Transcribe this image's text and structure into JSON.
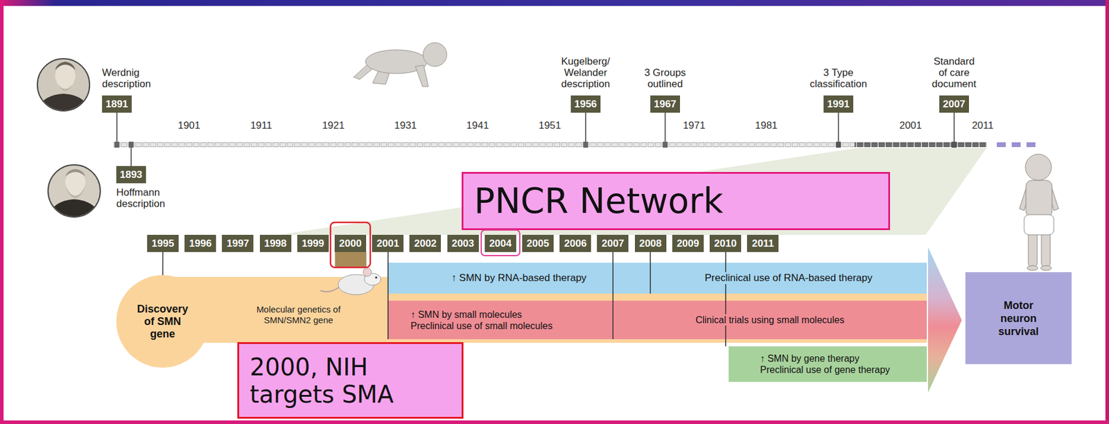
{
  "diagram": {
    "nodes": [
      {
        "text": [
          "Werdnig description",
          "1891"
        ]
      },
      {
        "text": [
          "Kugelberg/ Welander description",
          "1956"
        ]
      },
      {
        "text": [
          "3 Groups outlined",
          "1967"
        ]
      },
      {
        "text": [
          "3 Type classification",
          "1991"
        ]
      },
      {
        "text": [
          "Standard of care document",
          "2007"
        ]
      },
      {
        "text": [
          "1893",
          "Hoffmann description"
        ]
      },
      {
        "text": [
          "PNCR Network"
        ]
      },
      {
        "text": [
          "1995"
        ]
      },
      {
        "text": [
          "1996"
        ]
      },
      {
        "text": [
          "1997"
        ]
      },
      {
        "text": [
          "1998"
        ]
      },
      {
        "text": [
          "1999"
        ]
      },
      {
        "text": [
          "2000"
        ]
      },
      {
        "text": [
          "2001"
        ]
      },
      {
        "text": [
          "2002"
        ]
      },
      {
        "text": [
          "2003"
        ]
      },
      {
        "text": [
          "2004"
        ]
      },
      {
        "text": [
          "2005"
        ]
      },
      {
        "text": [
          "2006"
        ]
      },
      {
        "text": [
          "2007"
        ]
      },
      {
        "text": [
          "2008"
        ]
      },
      {
        "text": [
          "2009"
        ]
      },
      {
        "text": [
          "2010"
        ]
      },
      {
        "text": [
          "2011"
        ]
      },
      {
        "text": [
          "Discovery of SMN gene"
        ]
      },
      {
        "text": [
          "Molecular genetics of SMN/SMN2 gene"
        ]
      },
      {
        "text": [
          "↑ SMN by RNA-based therapy"
        ]
      },
      {
        "text": [
          "Preclinical use of RNA-based therapy"
        ]
      },
      {
        "text": [
          "↑ SMN by small molecules",
          "Preclinical use of small molecules"
        ]
      },
      {
        "text": [
          "Clinical trials using small molecules"
        ]
      },
      {
        "text": [
          "↑ SMN by gene therapy",
          "Preclinical use of gene therapy"
        ]
      },
      {
        "text": [
          "Motor neuron survival"
        ]
      },
      {
        "text": [
          "2000, NIH targets SMA"
        ]
      }
    ],
    "edges": [
      {
        "from": 7,
        "to": 24,
        "arrow": "none"
      }
    ],
    "labels": [
      "1901",
      "1911",
      "1921",
      "1931",
      "1941",
      "1951",
      "1971",
      "1981",
      "2001",
      "2011"
    ]
  }
}
